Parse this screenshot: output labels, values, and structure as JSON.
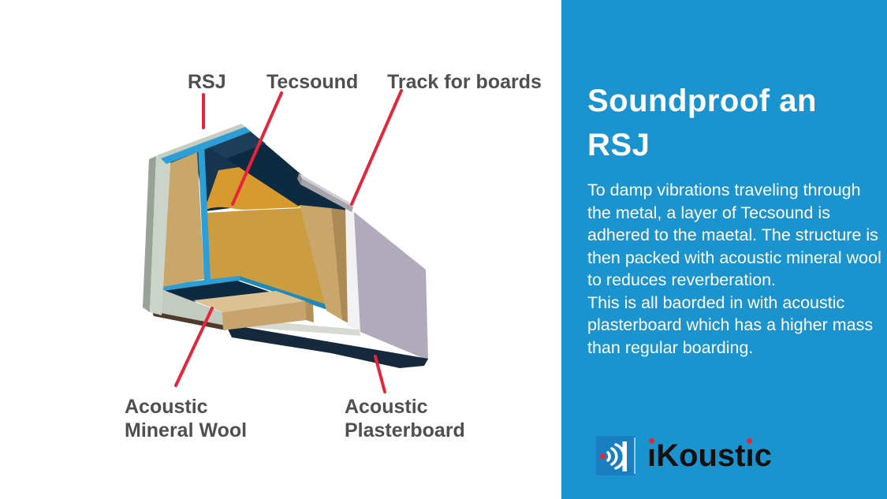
{
  "diagram": {
    "labels": {
      "rsj": "RSJ",
      "tecsound": "Tecsound",
      "track_for_boards": "Track for boards",
      "acoustic_mineral_wool": "Acoustic Mineral Wool",
      "acoustic_plasterboard": "Acoustic Plasterboard"
    },
    "leader_line_color": "#e8243a",
    "materials": {
      "steel_navy": "#0e2a40",
      "tecsound_blue": "#2d9fd6",
      "tecsound_orange": "#d8992f",
      "mineral_wool_tan": "#c9a76a",
      "mineral_wool_gold": "#cb9c40",
      "outer_plasterboard_gray": "#ccd4c9",
      "plasterboard_lavender": "#b0aaba",
      "track_gray": "#a4a4aa"
    }
  },
  "panel": {
    "background": "#1b93ce",
    "title": "Soundproof an RSJ",
    "paragraph1": "To damp vibrations traveling through the metal, a layer of Tecsound is adhered to the maetal. The structure is then packed with acoustic mineral wool to reduces reverberation.",
    "paragraph2": "This is all baorded in with acoustic plasterboard which has a higher mass than regular boarding."
  },
  "logo": {
    "text": "iKoustic",
    "icon": "sound-wave-icon",
    "icon_background": "#1a7fc0",
    "dot_color": "#e8243a",
    "text_color": "#111111"
  }
}
